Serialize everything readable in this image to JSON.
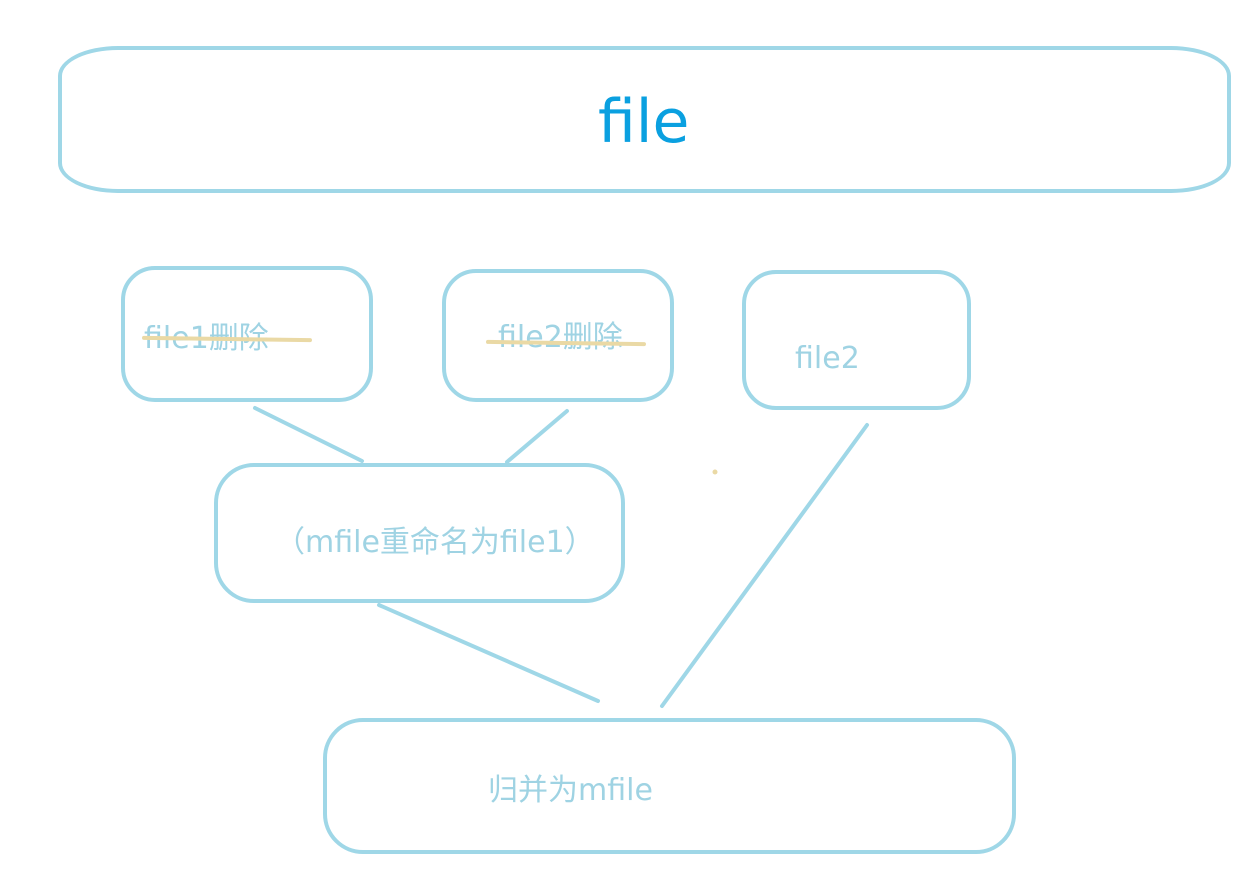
{
  "diagram": {
    "root": {
      "label": "file"
    },
    "deleted_nodes": [
      {
        "label": "file1删除"
      },
      {
        "label": "file2删除"
      }
    ],
    "file2_node": {
      "label": "file2"
    },
    "rename_node": {
      "label": "（mfile重命名为file1）"
    },
    "merge_node": {
      "label": "归并为mfile"
    },
    "colors": {
      "border": "#9fd7e7",
      "text": "#9fd3e3",
      "title": "#0aa0e0",
      "strike": "#ead9a5"
    }
  }
}
